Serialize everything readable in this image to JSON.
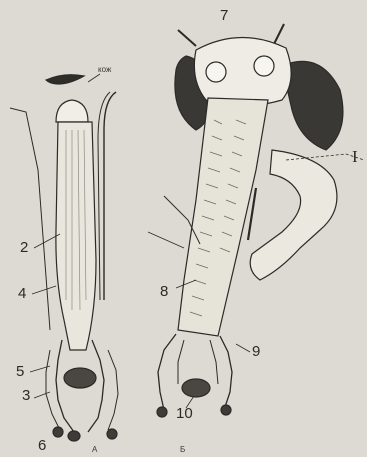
{
  "figure": {
    "labels": {
      "l1": "I",
      "l2": "2",
      "l3": "3",
      "l4": "4",
      "l5": "5",
      "l6": "6",
      "l7": "7",
      "l8": "8",
      "l9": "9",
      "l10": "10",
      "kom": "кож",
      "a": "A",
      "b": "Б"
    },
    "colors": {
      "background": "#dcdad2",
      "ink": "#2b2a27",
      "eye": "#3a3835",
      "tissue": "#f0eee7"
    }
  }
}
